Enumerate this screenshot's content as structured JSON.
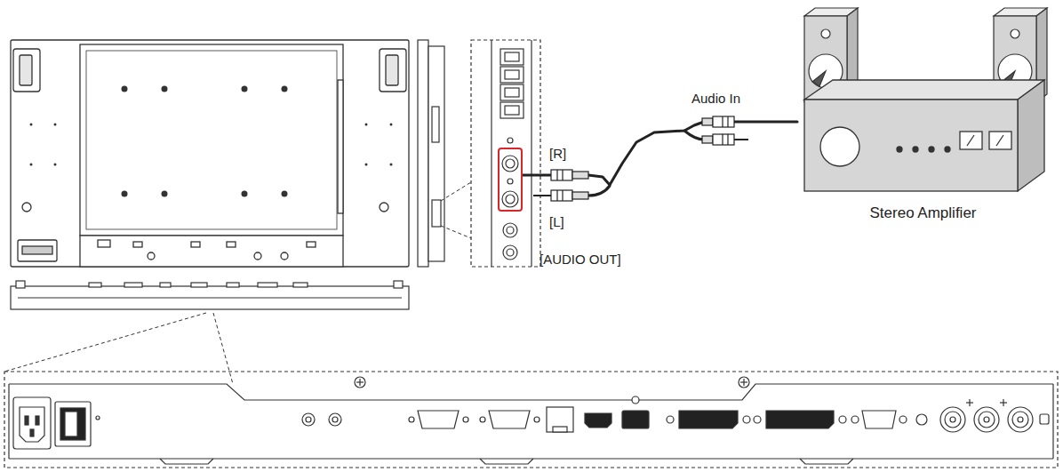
{
  "diagram": {
    "nodes": [
      {
        "text": [
          "[R]",
          "[L]",
          "[AUDIO OUT]"
        ]
      },
      {
        "text": [
          "Stereo Amplifier"
        ]
      }
    ],
    "edges": [
      {
        "from": 0,
        "to": 1,
        "arrow": "none",
        "label": "Audio In"
      }
    ]
  }
}
